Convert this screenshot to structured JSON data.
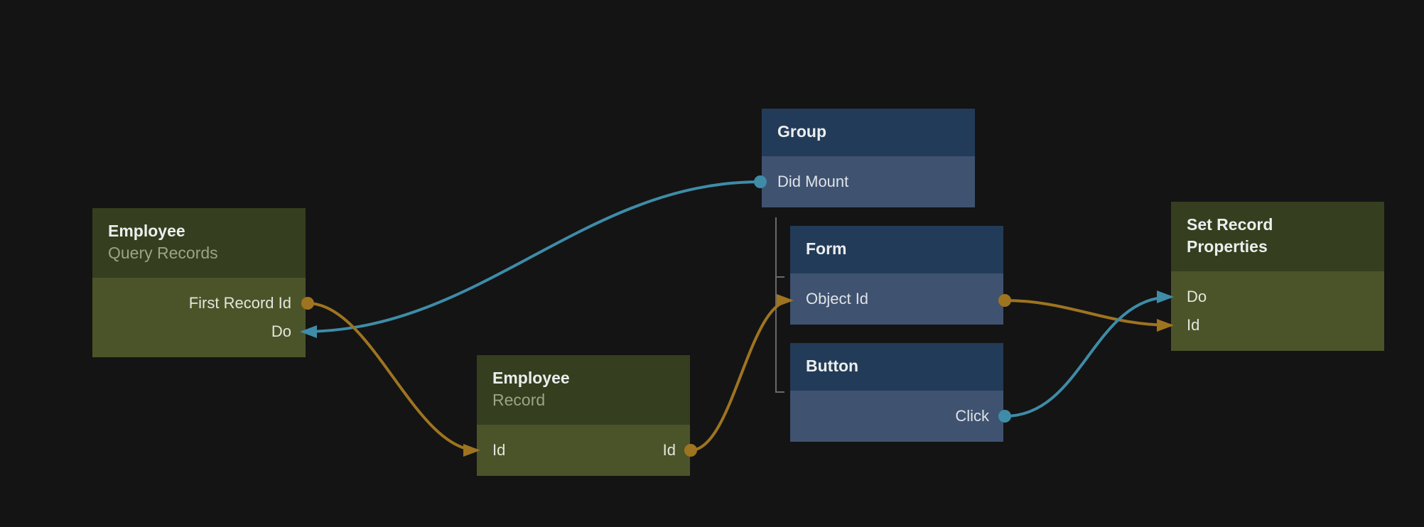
{
  "canvas": {
    "background": "#141414"
  },
  "colors": {
    "green_node_header": "#353e1e",
    "green_node_body": "#4b5429",
    "blue_node_header": "#223b58",
    "blue_node_body": "#3f5270",
    "edge_teal": "#3e8ca8",
    "edge_orange": "#9e7420",
    "hierarchy_line_gray": "#696969"
  },
  "nodes": [
    {
      "title": "Employee",
      "subtitle": "Query Records",
      "theme": "green",
      "ports": [
        {
          "label": "First Record Id",
          "direction": "output",
          "side": "right",
          "connector": "orange-dot"
        },
        {
          "label": "Do",
          "direction": "input",
          "side": "right",
          "connector": "teal-arrow"
        }
      ]
    },
    {
      "title": "Group",
      "theme": "blue",
      "ports": [
        {
          "label": "Did Mount",
          "direction": "output",
          "side": "left",
          "connector": "teal-dot"
        }
      ]
    },
    {
      "title": "Form",
      "theme": "blue",
      "ports": [
        {
          "label": "Object Id",
          "direction": "input-output",
          "side": "left-and-right",
          "connector": "orange-arrow-in-orange-dot-out"
        }
      ]
    },
    {
      "title": "Button",
      "theme": "blue",
      "ports": [
        {
          "label": "Click",
          "direction": "output",
          "side": "right",
          "connector": "teal-dot"
        }
      ]
    },
    {
      "title": "Employee",
      "subtitle": "Record",
      "theme": "green",
      "ports": [
        {
          "label": "Id",
          "direction": "input",
          "side": "left",
          "connector": "orange-arrow"
        },
        {
          "label": "Id",
          "direction": "output",
          "side": "right",
          "connector": "orange-dot"
        }
      ]
    },
    {
      "title": "Set Record Properties",
      "theme": "green",
      "ports": [
        {
          "label": "Do",
          "direction": "input",
          "side": "left",
          "connector": "teal-arrow"
        },
        {
          "label": "Id",
          "direction": "input",
          "side": "left",
          "connector": "orange-arrow"
        }
      ]
    }
  ],
  "edges": [
    {
      "from": "Group / Did Mount",
      "to": "Employee Query Records / Do",
      "color": "teal"
    },
    {
      "from": "Employee Query Records / First Record Id",
      "to": "Employee Record / Id",
      "color": "orange"
    },
    {
      "from": "Employee Record / Id",
      "to": "Form / Object Id",
      "color": "orange"
    },
    {
      "from": "Form / Object Id",
      "to": "Set Record Properties / Id",
      "color": "orange"
    },
    {
      "from": "Button / Click",
      "to": "Set Record Properties / Do",
      "color": "teal"
    }
  ],
  "hierarchy": {
    "parent": "Group",
    "children": [
      "Form",
      "Button"
    ]
  }
}
